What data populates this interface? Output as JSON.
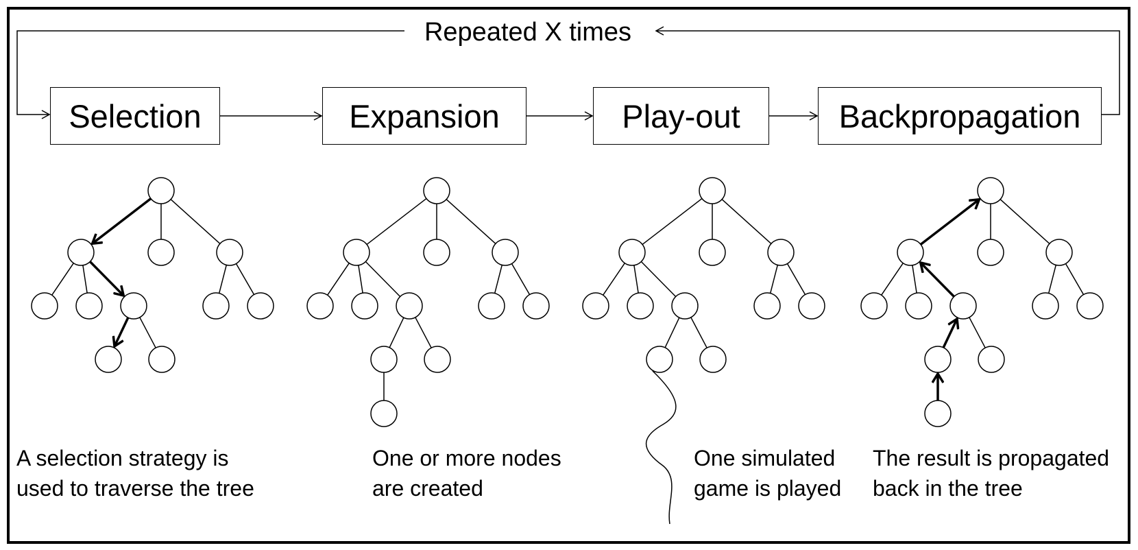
{
  "loop_label": "Repeated X times",
  "stages": [
    {
      "id": "selection",
      "label": "Selection",
      "caption": [
        "A selection strategy is",
        "used to traverse the tree"
      ]
    },
    {
      "id": "expansion",
      "label": "Expansion",
      "caption": [
        "One or more nodes",
        "are created"
      ]
    },
    {
      "id": "playout",
      "label": "Play-out",
      "caption": [
        "One simulated",
        "game is played"
      ]
    },
    {
      "id": "backpropagation",
      "label": "Backpropagation",
      "caption": [
        "The result is propagated",
        "back in the tree"
      ]
    }
  ]
}
